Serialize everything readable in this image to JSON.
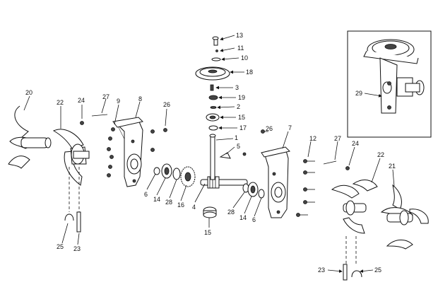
{
  "callouts": {
    "c1": "1",
    "c2": "2",
    "c3": "3",
    "c4": "4",
    "c5": "5",
    "c6a": "6",
    "c6b": "6",
    "c7": "7",
    "c8": "8",
    "c9": "9",
    "c10": "10",
    "c11": "11",
    "c12": "12",
    "c13": "13",
    "c14a": "14",
    "c14b": "14",
    "c15a": "15",
    "c15b": "15",
    "c16": "16",
    "c17": "17",
    "c18": "18",
    "c19": "19",
    "c20": "20",
    "c21": "21",
    "c22a": "22",
    "c22b": "22",
    "c23a": "23",
    "c23b": "23",
    "c24a": "24",
    "c24b": "24",
    "c25a": "25",
    "c25b": "25",
    "c26a": "26",
    "c26b": "26",
    "c27a": "27",
    "c27b": "27",
    "c28a": "28",
    "c28b": "28",
    "c29": "29"
  }
}
